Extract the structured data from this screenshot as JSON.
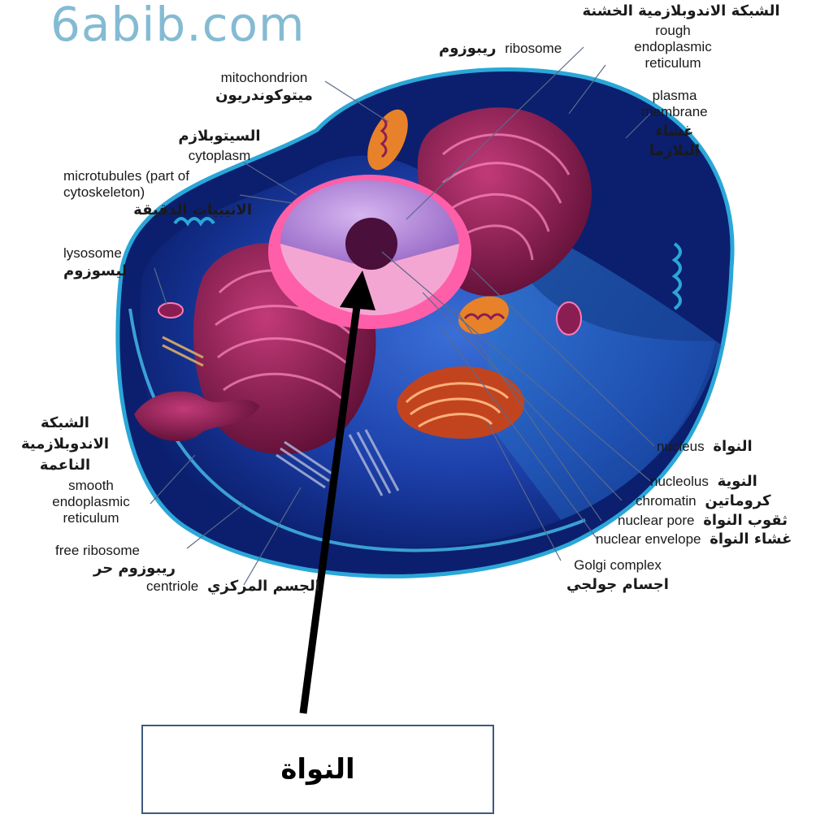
{
  "watermark": "6abib.com",
  "labels": {
    "rough_er_ar": "الشبكة الاندوبلازمية الخشنة",
    "rough_er_en": "rough endoplasmic reticulum",
    "ribosome_en": "ribosome",
    "ribosome_ar": "ريبوزوم",
    "mitochondrion_en": "mitochondrion",
    "mitochondrion_ar": "ميتوكوندريون",
    "plasma_membrane_en": "plasma membrane",
    "plasma_membrane_ar": "غشاء البلازما",
    "cytoplasm_ar": "السيتوبلازم",
    "cytoplasm_en": "cytoplasm",
    "microtubules_en": "microtubules (part of cytoskeleton)",
    "microtubules_ar": "الانيبيات الدقيقة",
    "lysosome_en": "lysosome",
    "lysosome_ar": "ليسوزوم",
    "smooth_er_ar": "الشبكة الاندوبلازمية الناعمة",
    "smooth_er_en": "smooth endoplasmic reticulum",
    "free_ribosome_en": "free ribosome",
    "free_ribosome_ar": "ريبوزوم حر",
    "centriole_en": "centriole",
    "centriole_ar": "الجسم المركزي",
    "nucleus_en": "nucleus",
    "nucleus_ar": "النواة",
    "nucleolus_en": "nucleolus",
    "nucleolus_ar": "النوية",
    "chromatin_en": "chromatin",
    "chromatin_ar": "كروماتين",
    "nuclear_pore_en": "nuclear pore",
    "nuclear_pore_ar": "ثقوب النواة",
    "nuclear_envelope_en": "nuclear envelope",
    "nuclear_envelope_ar": "غشاء النواة",
    "golgi_en": "Golgi complex",
    "golgi_ar": "اجسام جولجي"
  },
  "answer": {
    "text": "النواة"
  },
  "colors": {
    "cell_outer": "#0b1f6e",
    "cell_membrane": "#2aa7d8",
    "cytoplasm": "#1c3fa8",
    "organelle": "#8a1e52",
    "nucleus": "#b48ad8",
    "nuclear_envelope": "#ff5fa8",
    "mitochondrion": "#e8822a",
    "arrow": "#000000"
  }
}
